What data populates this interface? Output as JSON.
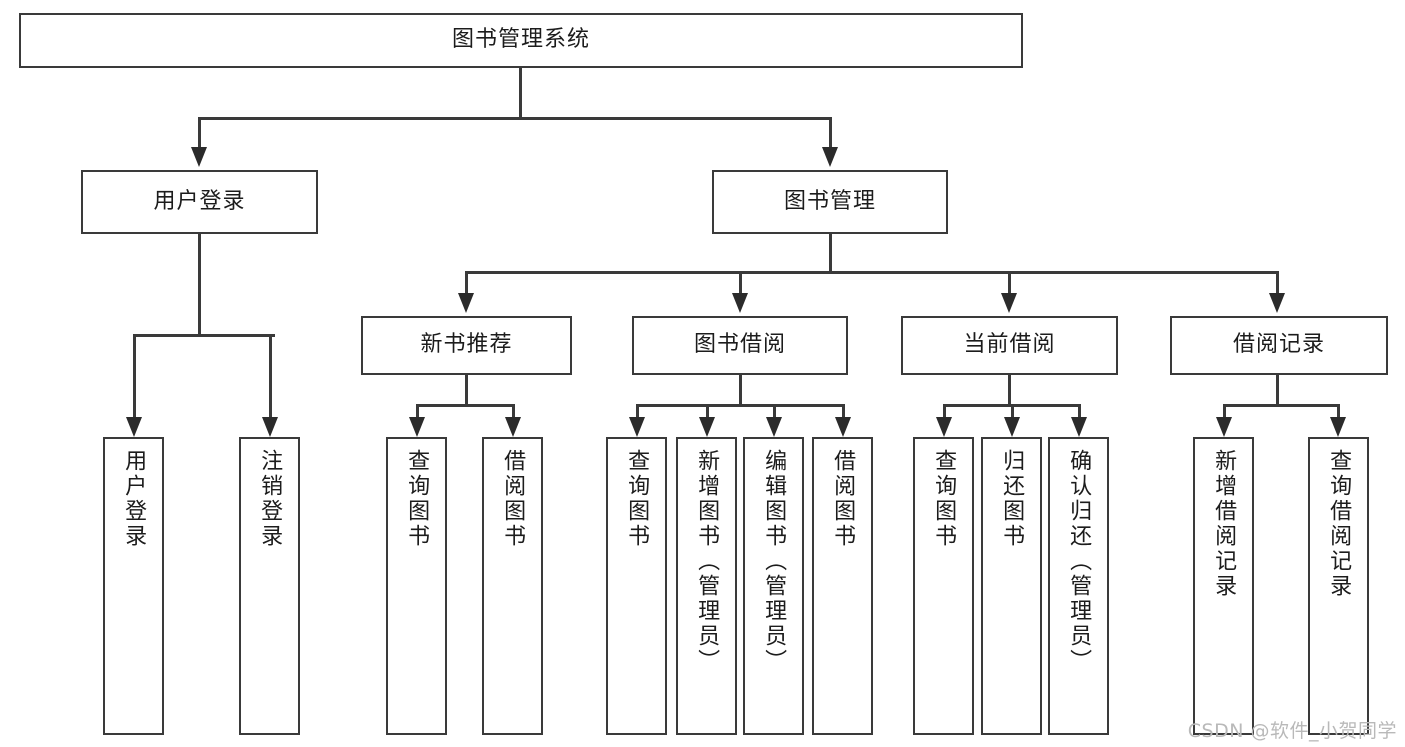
{
  "diagram": {
    "type": "tree-hierarchy",
    "title": "图书管理系统",
    "watermark": "CSDN @软件_小贺同学",
    "colors": {
      "stroke": "#3a3a3a",
      "fill": "#ffffff",
      "text": "#1c1c1c",
      "watermark": "#b9b9b9"
    },
    "root": {
      "label": "图书管理系统"
    },
    "level2": [
      {
        "label": "用户登录"
      },
      {
        "label": "图书管理"
      }
    ],
    "level3": [
      {
        "label": "新书推荐"
      },
      {
        "label": "图书借阅"
      },
      {
        "label": "当前借阅"
      },
      {
        "label": "借阅记录"
      }
    ],
    "leaves": [
      {
        "label": "用户登录",
        "parent": "用户登录"
      },
      {
        "label": "注销登录",
        "parent": "用户登录"
      },
      {
        "label": "查询图书",
        "parent": "新书推荐"
      },
      {
        "label": "借阅图书",
        "parent": "新书推荐"
      },
      {
        "label": "查询图书",
        "parent": "图书借阅"
      },
      {
        "label": "新增图书（管理员）",
        "parent": "图书借阅"
      },
      {
        "label": "编辑图书（管理员）",
        "parent": "图书借阅"
      },
      {
        "label": "借阅图书",
        "parent": "图书借阅"
      },
      {
        "label": "查询图书",
        "parent": "当前借阅"
      },
      {
        "label": "归还图书",
        "parent": "当前借阅"
      },
      {
        "label": "确认归还（管理员）",
        "parent": "当前借阅"
      },
      {
        "label": "新增借阅记录",
        "parent": "借阅记录"
      },
      {
        "label": "查询借阅记录",
        "parent": "借阅记录"
      }
    ]
  }
}
